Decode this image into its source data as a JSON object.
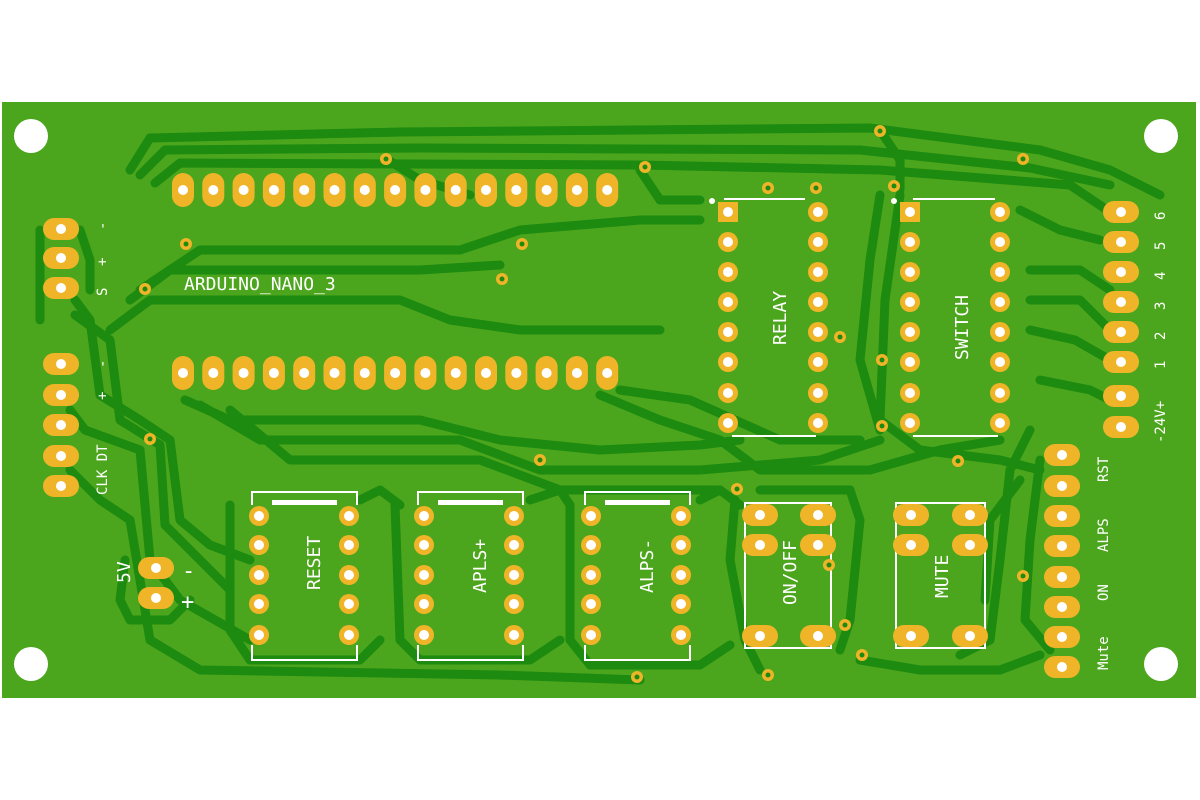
{
  "board": {
    "colors": {
      "background": "#ffffff",
      "copper_fill": "#4ca61d",
      "trace": "#1d8a10",
      "pad": "#f0b429",
      "pad_ring": "#e4a522",
      "hole": "#ffffff",
      "silkscreen": "#ffffff"
    },
    "labels": {
      "arduino": "ARDUINO_NANO_3",
      "relay": "RELAY",
      "switch": "SWITCH",
      "reset": "RESET",
      "apls": "APLS+",
      "alps": "ALPS-",
      "onoff": "ON/OFF",
      "mute": "MUTE",
      "enc_s": "S",
      "enc_plus": "+",
      "enc_minus": "-",
      "enc2_plus": "+",
      "enc2_minus": "-",
      "clk_dt": "CLK DT",
      "pwr_5v": "5V",
      "pwr_minus": "-",
      "pwr_plus": "+",
      "out_6": "6",
      "out_5": "5",
      "out_4": "4",
      "out_3": "3",
      "out_2": "2",
      "out_1": "1",
      "out_24v": "-24V+",
      "sw_rst": "RST",
      "sw_alps": "ALPS",
      "sw_on": "ON",
      "sw_mute": "Mute"
    }
  }
}
